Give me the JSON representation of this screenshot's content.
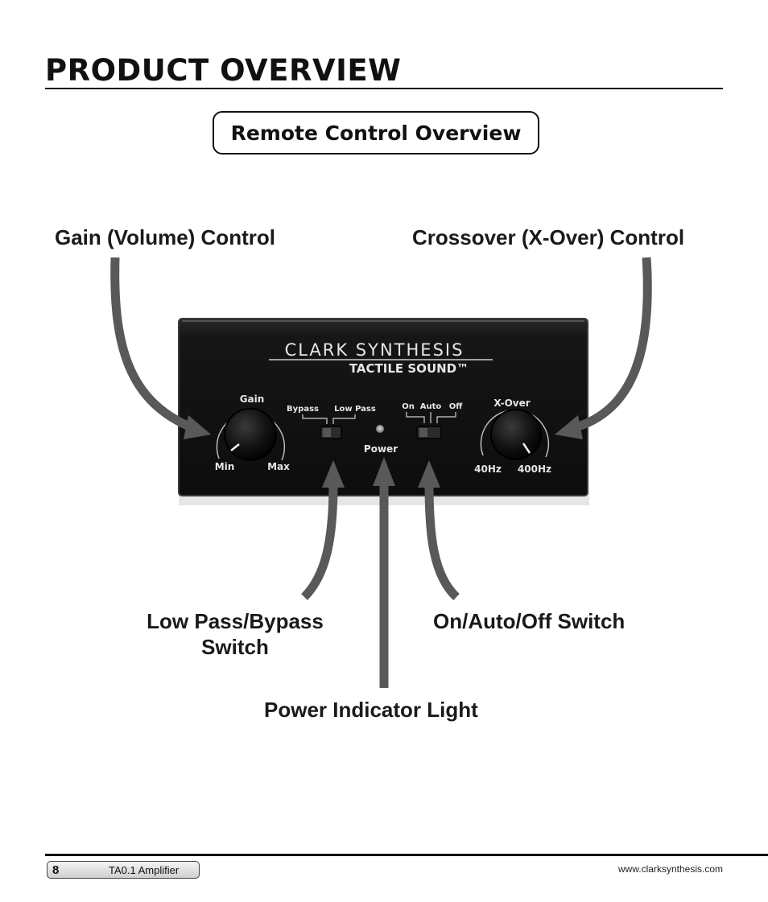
{
  "header": {
    "title": "PRODUCT OVERVIEW",
    "section_title": "Remote Control Overview"
  },
  "callouts": {
    "gain": "Gain (Volume) Control",
    "crossover": "Crossover (X-Over) Control",
    "low_pass_bypass_line1": "Low Pass/Bypass",
    "low_pass_bypass_line2": "Switch",
    "on_auto_off": "On/Auto/Off Switch",
    "power_light": "Power Indicator Light"
  },
  "device": {
    "brand_line1": "CLARK SYNTHESIS",
    "brand_line2": "TACTILE SOUND™",
    "gain_label": "Gain",
    "gain_min": "Min",
    "gain_max": "Max",
    "bypass_label": "Bypass",
    "low_pass_label": "Low Pass",
    "power_label": "Power",
    "on_label": "On",
    "auto_label": "Auto",
    "off_label": "Off",
    "xover_label": "X-Over",
    "xover_min": "40Hz",
    "xover_max": "400Hz"
  },
  "footer": {
    "page_number": "8",
    "doc_name": "TA0.1 Amplifier",
    "url": "www.clarksynthesis.com"
  },
  "colors": {
    "arrow": "#595959",
    "panel": "#141414",
    "panel_text": "#e6e6e6"
  }
}
